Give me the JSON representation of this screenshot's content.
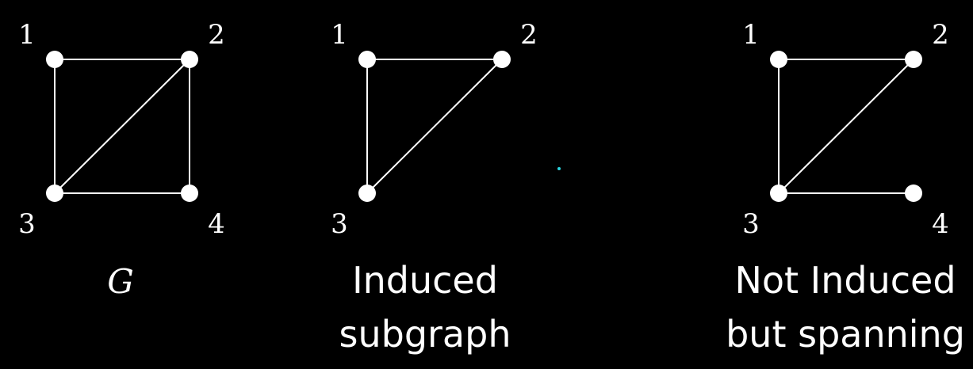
{
  "colors": {
    "background": "#000000",
    "foreground": "#ffffff",
    "dot": "#2ad4e0"
  },
  "graphs": [
    {
      "id": "G",
      "caption_lines": [
        "G"
      ],
      "caption_italic": true,
      "vertices": [
        {
          "id": "1",
          "label": "1"
        },
        {
          "id": "2",
          "label": "2"
        },
        {
          "id": "3",
          "label": "3"
        },
        {
          "id": "4",
          "label": "4"
        }
      ],
      "edges": [
        [
          "1",
          "2"
        ],
        [
          "1",
          "3"
        ],
        [
          "2",
          "3"
        ],
        [
          "2",
          "4"
        ],
        [
          "3",
          "4"
        ]
      ]
    },
    {
      "id": "induced",
      "caption_lines": [
        "Induced",
        "subgraph"
      ],
      "caption_italic": false,
      "vertices": [
        {
          "id": "1",
          "label": "1"
        },
        {
          "id": "2",
          "label": "2"
        },
        {
          "id": "3",
          "label": "3"
        }
      ],
      "edges": [
        [
          "1",
          "2"
        ],
        [
          "1",
          "3"
        ],
        [
          "2",
          "3"
        ]
      ]
    },
    {
      "id": "spanning",
      "caption_lines": [
        "Not Induced",
        "but spanning"
      ],
      "caption_italic": false,
      "vertices": [
        {
          "id": "1",
          "label": "1"
        },
        {
          "id": "2",
          "label": "2"
        },
        {
          "id": "3",
          "label": "3"
        },
        {
          "id": "4",
          "label": "4"
        }
      ],
      "edges": [
        [
          "1",
          "2"
        ],
        [
          "1",
          "3"
        ],
        [
          "2",
          "3"
        ],
        [
          "3",
          "4"
        ]
      ]
    }
  ]
}
